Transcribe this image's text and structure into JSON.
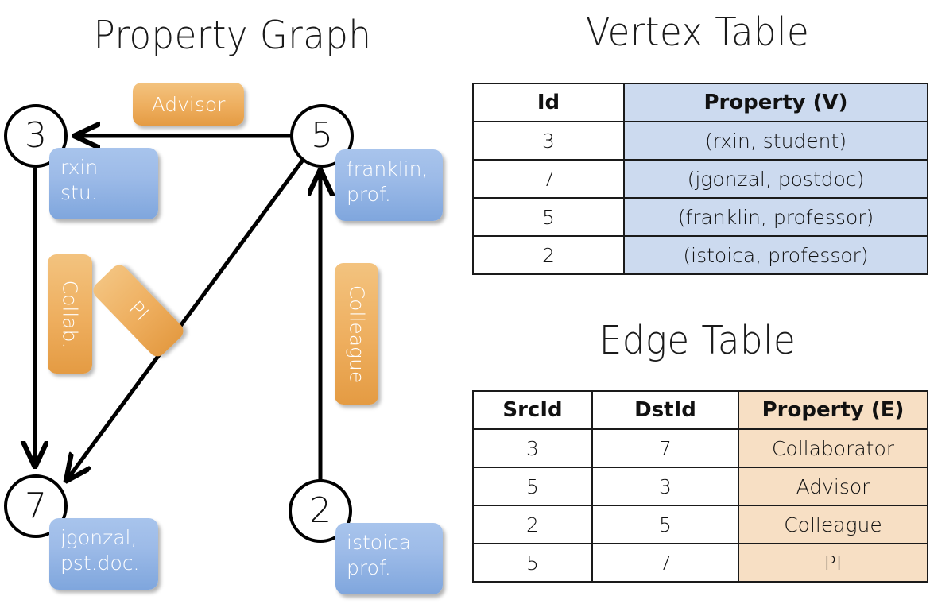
{
  "titles": {
    "property_graph": "Property Graph",
    "vertex_table": "Vertex Table",
    "edge_table": "Edge Table"
  },
  "colors": {
    "vertex_property_fill": "#ccdaef",
    "edge_property_fill": "#f7dfc4",
    "node_box_fill": "#9dbbe8",
    "edge_label_fill": "#eeae5e",
    "stroke": "#000000",
    "text": "#111111"
  },
  "graph": {
    "nodes": [
      {
        "id": "3",
        "property_text": "rxin\nstu."
      },
      {
        "id": "5",
        "property_text": "franklin,\nprof."
      },
      {
        "id": "7",
        "property_text": "jgonzal,\npst.doc."
      },
      {
        "id": "2",
        "property_text": "istoica\nprof."
      }
    ],
    "edge_labels": [
      {
        "name": "advisor",
        "text": "Advisor"
      },
      {
        "name": "collab",
        "text": "Collab."
      },
      {
        "name": "pi",
        "text": "PI"
      },
      {
        "name": "colleague",
        "text": "Colleague"
      }
    ],
    "edges": [
      {
        "src": "5",
        "dst": "3",
        "label": "Advisor"
      },
      {
        "src": "3",
        "dst": "7",
        "label": "Collab."
      },
      {
        "src": "5",
        "dst": "7",
        "label": "PI"
      },
      {
        "src": "2",
        "dst": "5",
        "label": "Colleague"
      }
    ]
  },
  "vertex_table": {
    "headers": [
      "Id",
      "Property (V)"
    ],
    "rows": [
      {
        "id": "3",
        "property": "(rxin, student)"
      },
      {
        "id": "7",
        "property": "(jgonzal, postdoc)"
      },
      {
        "id": "5",
        "property": "(franklin, professor)"
      },
      {
        "id": "2",
        "property": "(istoica, professor)"
      }
    ]
  },
  "edge_table": {
    "headers": [
      "SrcId",
      "DstId",
      "Property (E)"
    ],
    "rows": [
      {
        "src": "3",
        "dst": "7",
        "property": "Collaborator"
      },
      {
        "src": "5",
        "dst": "3",
        "property": "Advisor"
      },
      {
        "src": "2",
        "dst": "5",
        "property": "Colleague"
      },
      {
        "src": "5",
        "dst": "7",
        "property": "PI"
      }
    ]
  }
}
